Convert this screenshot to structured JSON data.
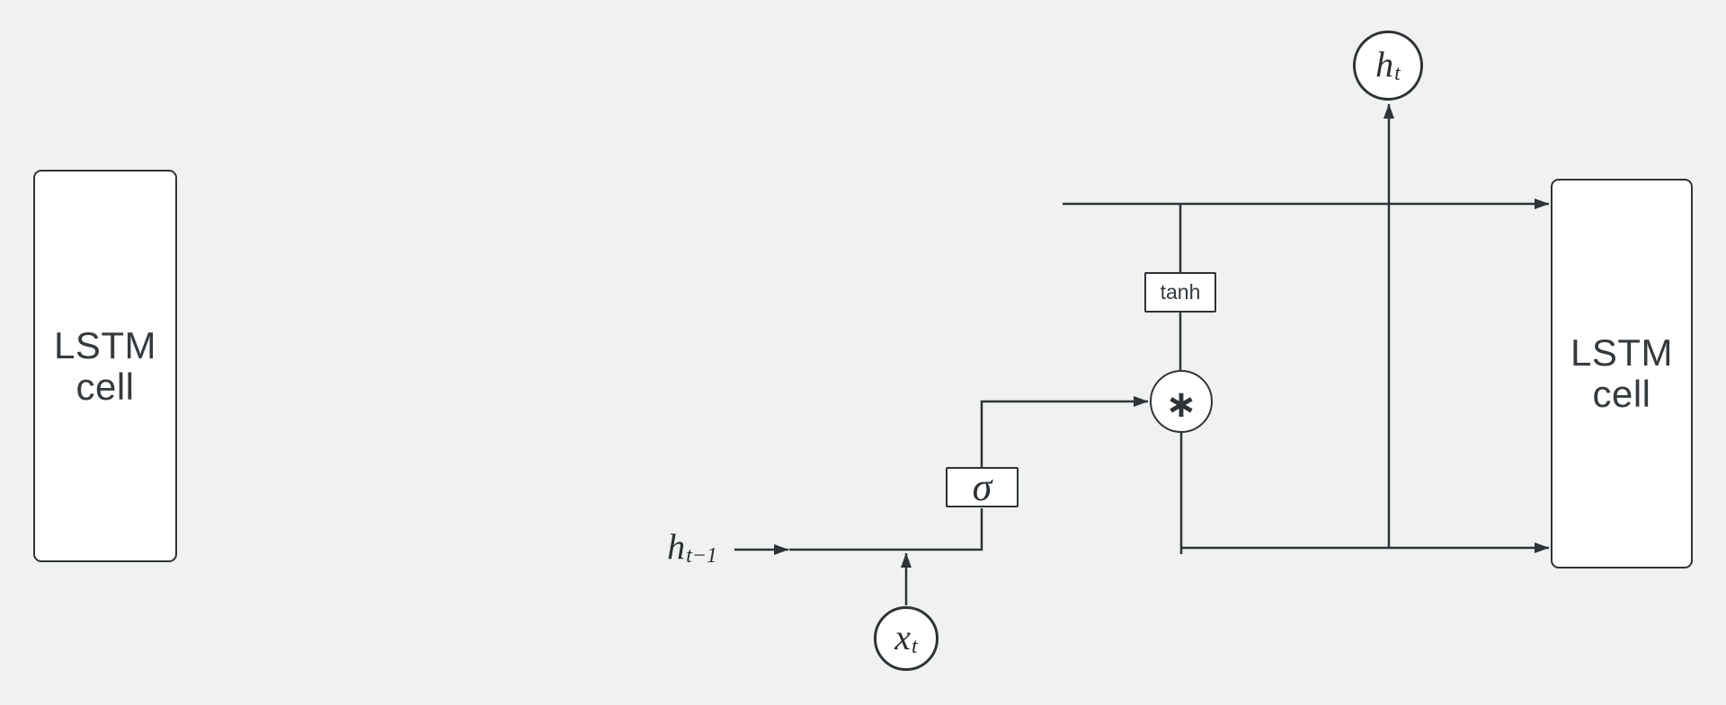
{
  "canvas": {
    "background": "#f0f1f1",
    "stroke_color": "#2e3338",
    "text_color": "#343a3e",
    "node_fill": "#ffffff"
  },
  "nodes": {
    "lstm_left": {
      "label": "LSTM\ncell"
    },
    "lstm_right": {
      "label": "LSTM\ncell"
    },
    "tanh_gate": {
      "label": "tanh"
    },
    "sigma_gate": {
      "label": "σ"
    },
    "multiply_op": {
      "label": "∗"
    },
    "hidden_output": {
      "base": "h",
      "sub": "t"
    },
    "input": {
      "base": "x",
      "sub": "t"
    },
    "hidden_prev": {
      "base": "h",
      "sub": "t−1"
    }
  }
}
